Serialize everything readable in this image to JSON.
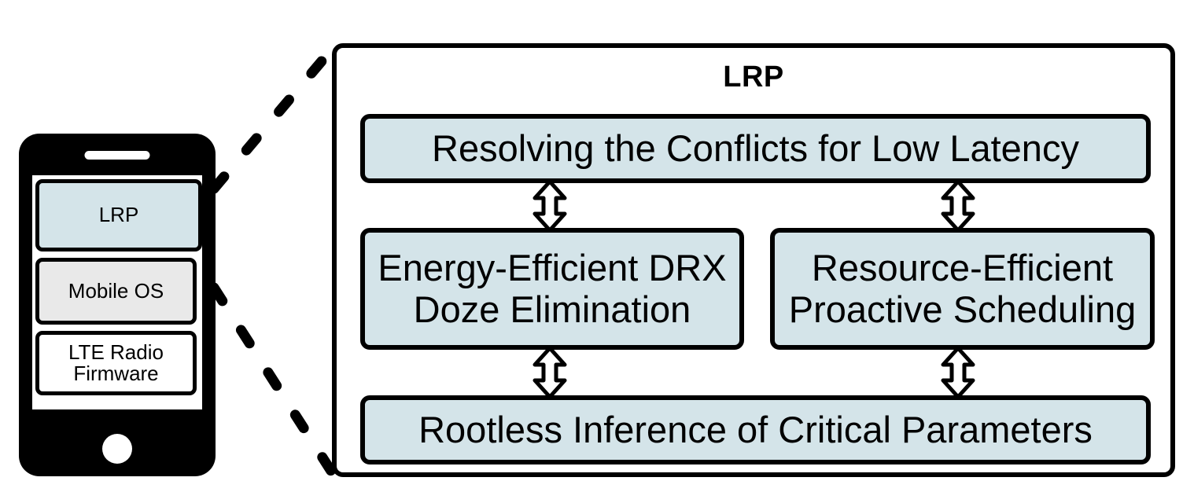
{
  "device": {
    "name": "smartphone",
    "layers": [
      {
        "id": "lrp",
        "label": "LRP",
        "fill": "#d4e4e9"
      },
      {
        "id": "mobile-os",
        "label": "Mobile OS",
        "fill": "#e9e9e9"
      },
      {
        "id": "lte-radio-firmware",
        "label_line1": "LTE Radio",
        "label_line2": "Firmware",
        "fill": "#ffffff"
      }
    ]
  },
  "panel": {
    "title": "LRP",
    "nodes": {
      "top": {
        "label": "Resolving the Conflicts for Low Latency"
      },
      "left": {
        "line1": "Energy-Efficient DRX",
        "line2": "Doze Elimination"
      },
      "right": {
        "line1": "Resource-Efficient",
        "line2": "Proactive Scheduling"
      },
      "bottom": {
        "label": "Rootless Inference of Critical Parameters"
      }
    },
    "connectors": [
      {
        "id": "top-to-left",
        "kind": "bidirectional-vertical-arrow"
      },
      {
        "id": "top-to-right",
        "kind": "bidirectional-vertical-arrow"
      },
      {
        "id": "left-to-bottom",
        "kind": "bidirectional-vertical-arrow"
      },
      {
        "id": "right-to-bottom",
        "kind": "bidirectional-vertical-arrow"
      }
    ]
  },
  "callout": {
    "style": "dashed",
    "description": "dashed leader lines from the device LRP layer to the expanded LRP panel"
  },
  "colors": {
    "accent_fill": "#d4e4e9",
    "neutral_fill": "#e9e9e9",
    "stroke": "#000000",
    "background": "#ffffff"
  }
}
